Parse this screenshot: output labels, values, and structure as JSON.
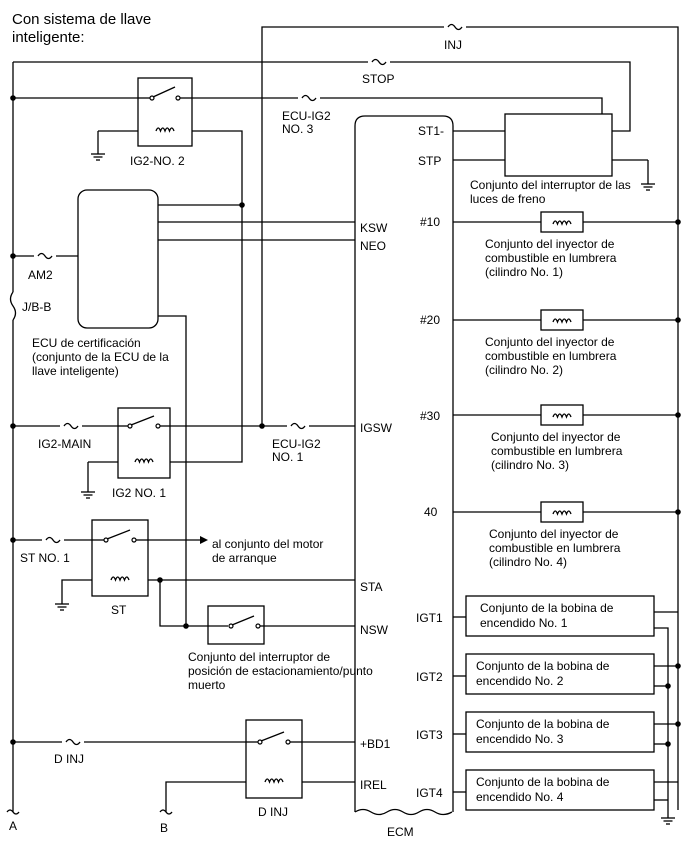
{
  "title_lines": [
    "Con sistema de llave",
    "inteligente:"
  ],
  "fuses": {
    "inj": "INJ",
    "stop": "STOP",
    "ecu_ig2_no3": [
      "ECU-IG2",
      "NO. 3"
    ],
    "am2": "AM2",
    "jb": "J/B-B",
    "ig2_main": "IG2-MAIN",
    "ecu_ig2_no1": [
      "ECU-IG2",
      "NO. 1"
    ],
    "st_no1": "ST NO. 1",
    "d_inj": "D INJ"
  },
  "relays": {
    "ig2_no2": "IG2-NO. 2",
    "ig2_no1": "IG2 NO. 1",
    "st": "ST",
    "d_inj": "D INJ"
  },
  "certification_ecu": [
    "ECU de certificación",
    "(conjunto de la ECU de la",
    "llave inteligente)"
  ],
  "starter_note": [
    "al conjunto del motor",
    "de arranque"
  ],
  "neutral_switch": [
    "Conjunto del interruptor de",
    "posición de estacionamiento/punto",
    "muerto"
  ],
  "brake_switch": [
    "Conjunto del interruptor de las",
    "luces de freno"
  ],
  "ecm": {
    "label": "ECM",
    "left_pins": [
      "KSW",
      "NEO",
      "IGSW",
      "STA",
      "NSW",
      "+BD1",
      "IREL"
    ],
    "right_pins": [
      "ST1-",
      "STP",
      "#10",
      "#20",
      "#30",
      "40",
      "IGT1",
      "IGT2",
      "IGT3",
      "IGT4"
    ]
  },
  "injectors": [
    [
      "Conjunto del inyector de",
      "combustible en lumbrera",
      "(cilindro No. 1)"
    ],
    [
      "Conjunto del inyector de",
      "combustible en lumbrera",
      "(cilindro No. 2)"
    ],
    [
      "Conjunto del inyector de",
      "combustible en lumbrera",
      "(cilindro No. 3)"
    ],
    [
      "Conjunto del inyector de",
      "combustible en lumbrera",
      "(cilindro No. 4)"
    ]
  ],
  "coils": [
    [
      "Conjunto de la bobina de",
      "encendido No. 1"
    ],
    [
      "Conjunto de la bobina de",
      "encendido No. 2"
    ],
    [
      "Conjunto de la bobina de",
      "encendido No. 3"
    ],
    [
      "Conjunto de la bobina de",
      "encendido No. 4"
    ]
  ],
  "terminals": {
    "a": "A",
    "b": "B"
  }
}
